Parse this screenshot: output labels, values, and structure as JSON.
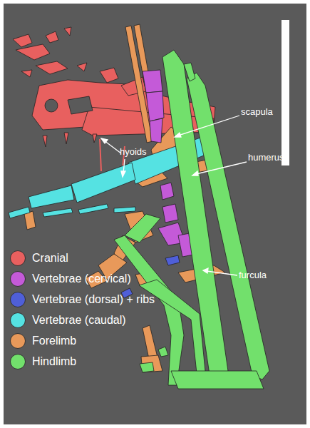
{
  "diagram": {
    "labels": [
      "hyoids",
      "scapula",
      "humerus",
      "furcula"
    ],
    "legend": [
      {
        "text": "Cranial",
        "color": "#e8605f"
      },
      {
        "text": "Vertebrae (cervical)",
        "color": "#c45ad8"
      },
      {
        "text": "Vertebrae (dorsal) + ribs",
        "color": "#4f5fd8"
      },
      {
        "text": "Vertebrae (caudal)",
        "color": "#55e2e2"
      },
      {
        "text": "Forelimb",
        "color": "#e8995a"
      },
      {
        "text": "Hindlimb",
        "color": "#72e06c"
      }
    ]
  }
}
